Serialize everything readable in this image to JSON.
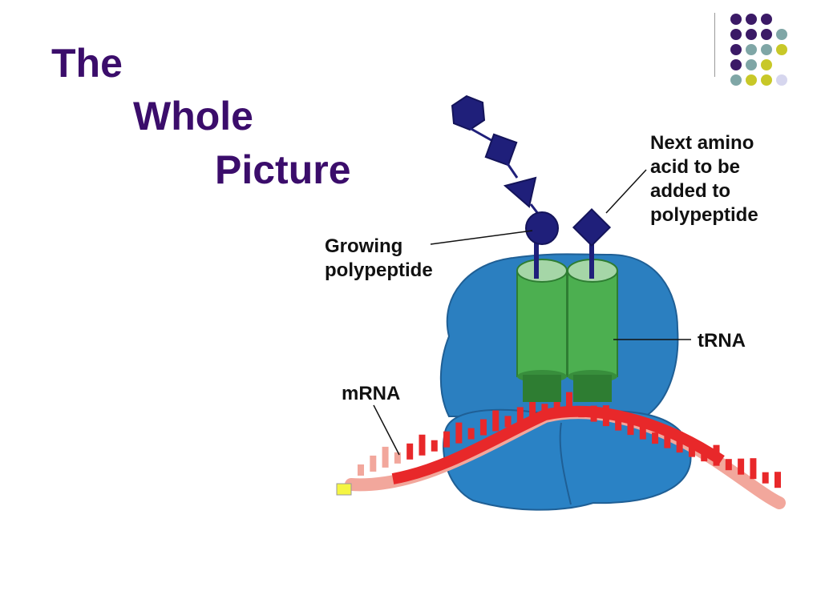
{
  "slide": {
    "title_lines": [
      "The",
      "Whole",
      "Picture"
    ]
  },
  "labels": {
    "next_amino": [
      "Next amino",
      "acid to be",
      "added to",
      "polypeptide"
    ],
    "growing": [
      "Growing",
      "polypeptide"
    ],
    "trna": "tRNA",
    "mrna": "mRNA"
  },
  "colors": {
    "title": "#3b0d6b",
    "dot_purple": "#3b1a66",
    "dot_teal": "#7fa6a6",
    "dot_yellow": "#c8c828",
    "ribosome": "#2b7fc0",
    "trna_green": "#4caf50",
    "mrna_red": "#e8282a",
    "amino_acid": "#1f1f7a"
  },
  "decor": {
    "dot_grid": [
      [
        "purple",
        "purple",
        "purple",
        null
      ],
      [
        "purple",
        "purple",
        "purple",
        "teal"
      ],
      [
        "purple",
        "teal",
        "teal",
        "yellow"
      ],
      [
        "purple",
        "teal",
        "yellow",
        null
      ],
      [
        "teal",
        "yellow",
        "yellow",
        "lavender"
      ]
    ]
  }
}
